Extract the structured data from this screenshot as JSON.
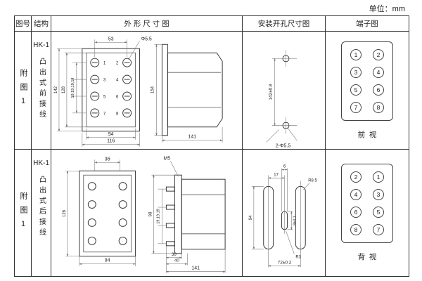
{
  "unit_label": "单位：mm",
  "headers": {
    "fig_no": "图号",
    "structure": "结构",
    "outline": "外 形 尺 寸 图",
    "install": "安装开孔尺寸图",
    "terminal": "端子图"
  },
  "rows": [
    {
      "fig_no": "附图1",
      "model": "HK-1",
      "structure": "凸出式前接线",
      "outline": {
        "top_width": "53",
        "hole_dia": "Φ5.5",
        "pitch": "19,19,19,19",
        "height_inner": "128",
        "height_outer": "142",
        "bottom_inner": "94",
        "bottom_outer": "116",
        "side_height": "154",
        "side_width": "141",
        "terminal_numbers": [
          "1",
          "2",
          "3",
          "4",
          "5",
          "6",
          "7",
          "8"
        ]
      },
      "install": {
        "height": "142±0.8",
        "holes": "2-Φ5.5"
      },
      "terminal": {
        "numbers": [
          "1",
          "2",
          "3",
          "4",
          "5",
          "6",
          "7",
          "8"
        ],
        "view": "前  视"
      }
    },
    {
      "fig_no": "附图1",
      "model": "HK-1",
      "structure": "凸出式后接线",
      "outline": {
        "top_width": "36",
        "screw": "M5",
        "pitch": "19,19,19",
        "height": "128",
        "side_height": "98",
        "bottom_width": "94",
        "depth_inner": "30",
        "depth_outer": "40",
        "side_width": "141"
      },
      "install": {
        "offset_top": "17",
        "slot_width": "6",
        "radius_large": "R8.5",
        "height": "94",
        "slot_height": "8±0.1",
        "radius_small": "R3",
        "width": "72±0.2"
      },
      "terminal": {
        "numbers": [
          "2",
          "1",
          "4",
          "3",
          "6",
          "5",
          "8",
          "7"
        ],
        "view": "背  视"
      }
    }
  ]
}
